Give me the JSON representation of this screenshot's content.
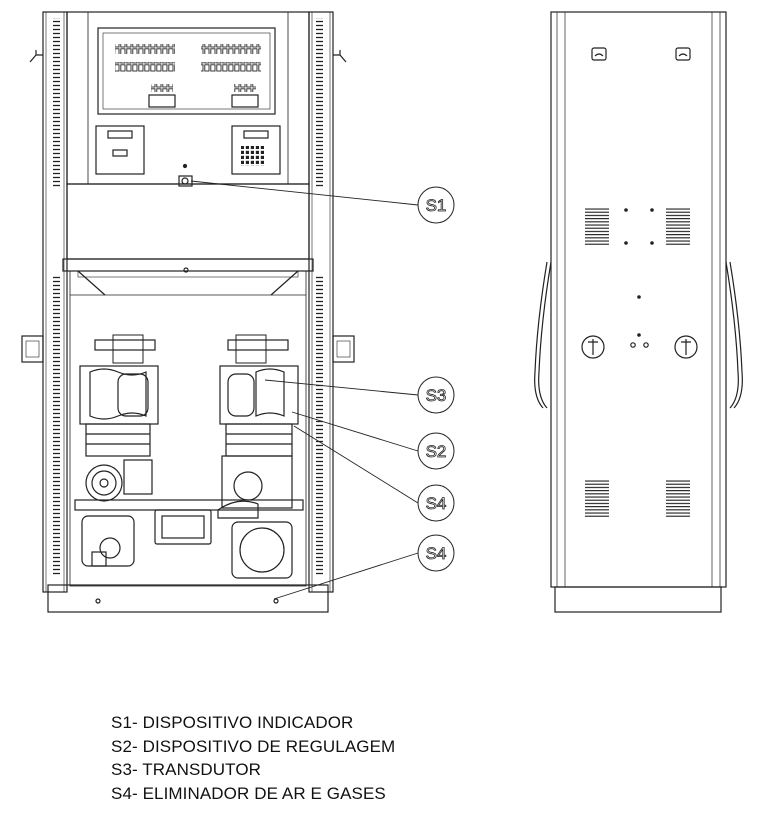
{
  "callouts": {
    "s1": "S1",
    "s2": "S2",
    "s3": "S3",
    "s4_top": "S4",
    "s4_bottom": "S4"
  },
  "legend": {
    "items": [
      "S1- DISPOSITIVO INDICADOR",
      "S2- DISPOSITIVO DE REGULAGEM",
      "S3- TRANSDUTOR",
      "S4- ELIMINADOR DE AR E GASES"
    ]
  }
}
